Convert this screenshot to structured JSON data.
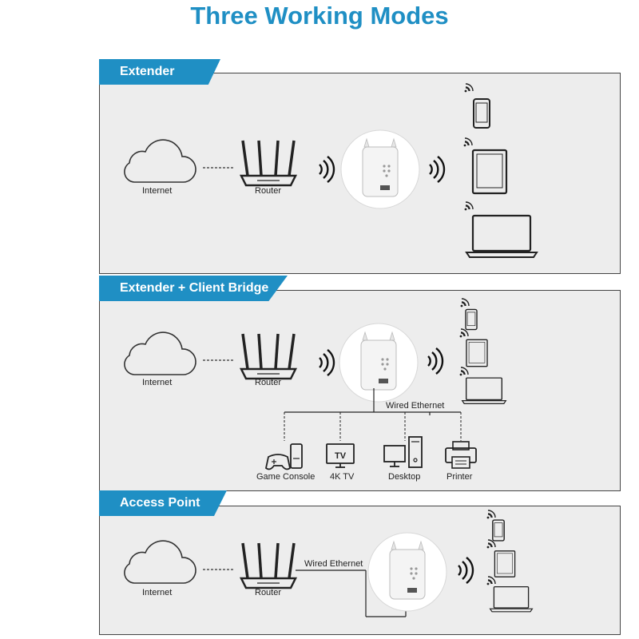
{
  "title": "Three Working Modes",
  "modes": [
    {
      "name": "Extender",
      "internet": "Internet",
      "router": "Router"
    },
    {
      "name": "Extender + Client Bridge",
      "internet": "Internet",
      "router": "Router",
      "wired": "Wired Ethernet",
      "devices": [
        "Game Console",
        "4K TV",
        "Desktop",
        "Printer"
      ],
      "tv_text": "TV"
    },
    {
      "name": "Access Point",
      "internet": "Internet",
      "router": "Router",
      "wired": "Wired Ethernet"
    }
  ],
  "colors": {
    "accent": "#1f8fc4",
    "panel": "#ededed",
    "icon": "#333333"
  }
}
